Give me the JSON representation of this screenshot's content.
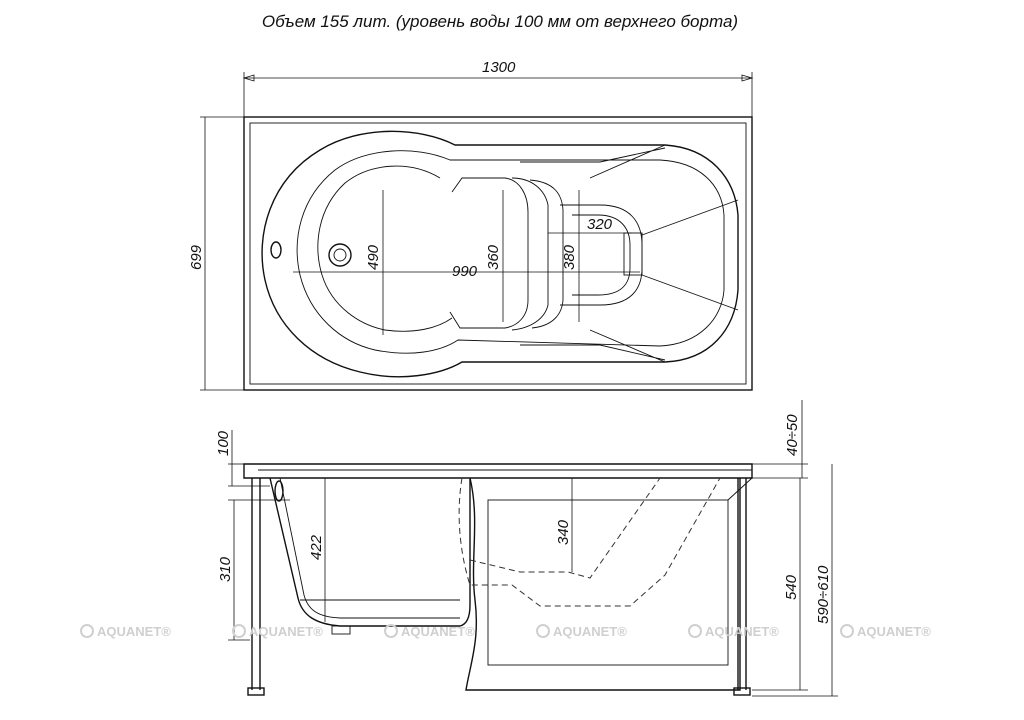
{
  "caption": "Объем 155 лит. (уровень воды 100 мм от верхнего борта)",
  "top_view": {
    "length": "1300",
    "width": "699",
    "inner_length": "990",
    "bowl_width": "490",
    "neck_width": "360",
    "seat_width": "380",
    "seat_depth": "320"
  },
  "side_view": {
    "water_level": "100",
    "rim": "40÷50",
    "depth": "422",
    "drain_height": "310",
    "step_height": "340",
    "panel_height": "540",
    "total_height": "590÷610"
  },
  "watermark": {
    "brand_a": "AQUA",
    "brand_b": "NET",
    "mark": "®",
    "x_positions": [
      80,
      232,
      384,
      536,
      688,
      840
    ]
  }
}
